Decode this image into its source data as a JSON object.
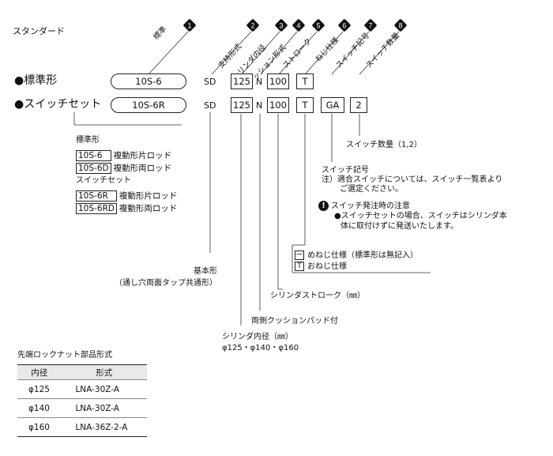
{
  "title": "スタンダード",
  "rows": [
    {
      "label": "●標準形",
      "model": "10S-6"
    },
    {
      "label": "●スイッチセット",
      "model": "10S-6R"
    }
  ],
  "code": {
    "sd": "SD",
    "bore": "125",
    "n": "N",
    "stroke": "100",
    "t": "T",
    "ga": "GA",
    "qty": "2"
  },
  "callouts": [
    {
      "num": "1",
      "text": "標準"
    },
    {
      "num": "2",
      "text": "支持形式"
    },
    {
      "num": "3",
      "text": "シリンダ内径"
    },
    {
      "num": "4",
      "text": "クッション形式"
    },
    {
      "num": "5",
      "text": "ストローク"
    },
    {
      "num": "6",
      "text": "ねじ仕様"
    },
    {
      "num": "7",
      "text": "スイッチ記号"
    },
    {
      "num": "8",
      "text": "スイッチ数量"
    }
  ],
  "standard_list": {
    "title": "標準形",
    "items": [
      {
        "code": "10S-6",
        "desc": "複動形片ロッド"
      },
      {
        "code": "10S-6D",
        "desc": "複動形両ロッド"
      }
    ]
  },
  "switch_list": {
    "title": "スイッチセット",
    "items": [
      {
        "code": "10S-6R",
        "desc": "複動形片ロッド"
      },
      {
        "code": "10S-6RD",
        "desc": "複動形両ロッド"
      }
    ]
  },
  "notes": {
    "switch_qty": "スイッチ数量（1,2）",
    "switch_symbol": "スイッチ記号",
    "switch_note1": "注）適合スイッチについては、スイッチ一覧表より",
    "switch_note2": "ご選定ください。",
    "order_title": "スイッチ発注時の注意",
    "order1": "●スイッチセットの場合、スイッチはシリンダ本",
    "order2": "体に取付けずに発送いたします。",
    "thread_dash_box": "ー",
    "thread_dash": "めねじ仕様（標準形は無記入）",
    "thread_t_box": "T",
    "thread_t": "おねじ仕様",
    "stroke": "シリンダストローク（㎜）",
    "cushion": "両側クッションパッド付",
    "bore_title": "シリンダ内径（㎜）",
    "bore_values": "φ125・φ140・φ160",
    "basic1": "基本形",
    "basic2": "（通し穴両面タップ共通形）"
  },
  "nut_table": {
    "title": "先端ロックナット部品形式",
    "headers": [
      "内径",
      "形式"
    ],
    "rows": [
      [
        "φ125",
        "LNA-30Z-A"
      ],
      [
        "φ140",
        "LNA-30Z-A"
      ],
      [
        "φ160",
        "LNA-36Z-2-A"
      ]
    ]
  }
}
